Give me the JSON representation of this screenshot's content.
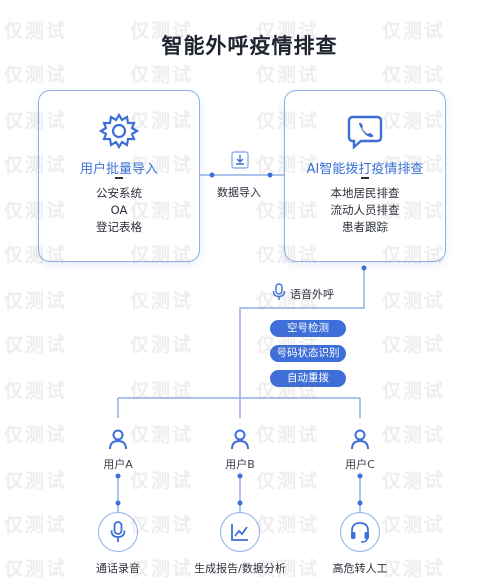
{
  "title": "智能外呼疫情排查",
  "left_card": {
    "title": "用户批量导入",
    "lines": [
      "公安系统",
      "OA",
      "登记表格"
    ]
  },
  "right_card": {
    "title": "AI智能拨打疫情排查",
    "lines": [
      "本地居民排查",
      "流动人员排查",
      "患者跟踪"
    ]
  },
  "data_import_label": "数据导入",
  "voice_call_label": "语音外呼",
  "pills": [
    "空号检测",
    "号码状态识别",
    "自动重拨"
  ],
  "users": [
    "用户A",
    "用户B",
    "用户C"
  ],
  "features": [
    "通话录音",
    "生成报告/数据分析",
    "高危转人工"
  ],
  "watermark_text": "仅测试",
  "colors": {
    "accent": "#3e6fd8",
    "border": "#8fb1e6",
    "line": "#8fb1e6"
  },
  "icons": {
    "left_card": "gear-icon",
    "right_card": "chat-phone-icon",
    "import": "download-box-icon",
    "voice": "microphone-icon",
    "user": "user-icon",
    "features": [
      "microphone-icon",
      "line-chart-icon",
      "headset-icon"
    ]
  }
}
